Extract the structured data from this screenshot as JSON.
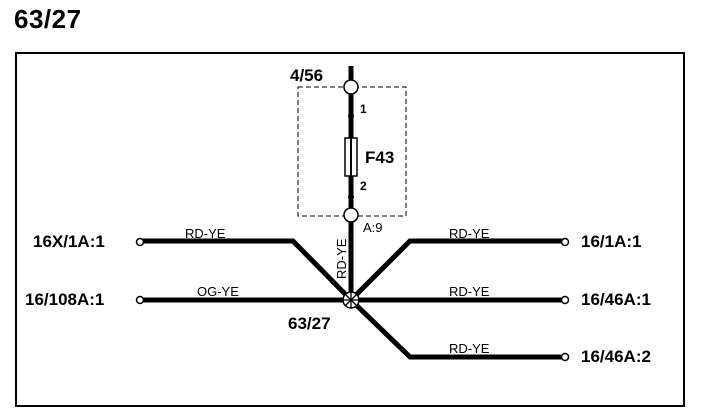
{
  "title": "63/27",
  "colors": {
    "wire": "#000000",
    "frame": "#000000",
    "background": "#ffffff"
  },
  "splice": {
    "label": "63/27"
  },
  "fuse": {
    "label": "F43",
    "pin_in": "1",
    "pin_out": "2",
    "connector_top": "4/56",
    "connector_bottom": "A:9"
  },
  "wires": {
    "vertical": {
      "color": "RD-YE"
    },
    "left_top": {
      "color": "RD-YE",
      "terminal": "16X/1A:1"
    },
    "left_mid": {
      "color": "OG-YE",
      "terminal": "16/108A:1"
    },
    "right_top": {
      "color": "RD-YE",
      "terminal": "16/1A:1"
    },
    "right_mid": {
      "color": "RD-YE",
      "terminal": "16/46A:1"
    },
    "right_bot": {
      "color": "RD-YE",
      "terminal": "16/46A:2"
    }
  }
}
